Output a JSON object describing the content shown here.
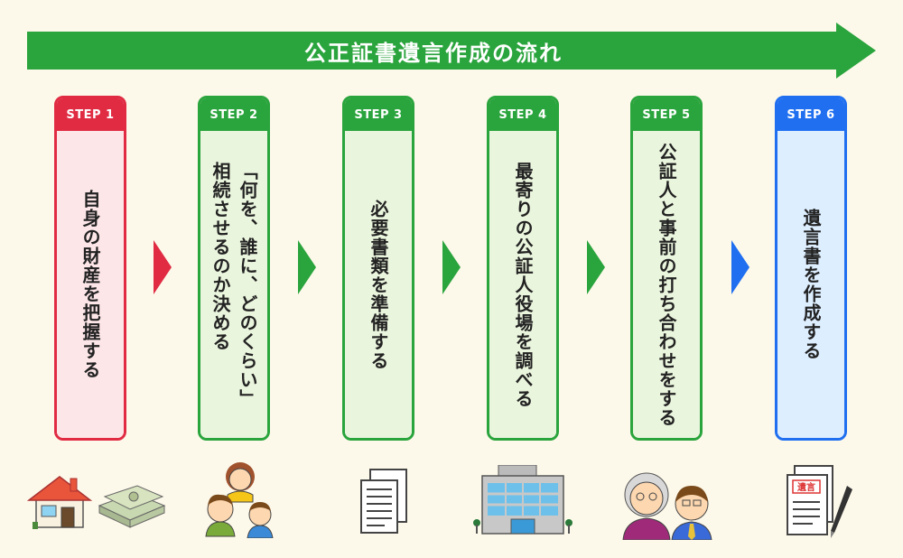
{
  "title": "公正証書遺言作成の流れ",
  "colors": {
    "banner": "#2aa43d",
    "red": "#e02b43",
    "green": "#2aa43d",
    "blue": "#1f6ff0",
    "background": "#fdf9ea"
  },
  "steps": [
    {
      "label": "STEP 1",
      "text": "自身の財産を把握する",
      "color": "red",
      "icon": "house-and-money-icon"
    },
    {
      "label": "STEP 2",
      "text": "「何を、誰に、どのくらい」\n相続させるのか決める",
      "color": "green",
      "icon": "family-icon"
    },
    {
      "label": "STEP 3",
      "text": "必要書類を準備する",
      "color": "green",
      "icon": "documents-icon"
    },
    {
      "label": "STEP 4",
      "text": "最寄りの公証人役場を調べる",
      "color": "green",
      "icon": "office-building-icon"
    },
    {
      "label": "STEP 5",
      "text": "公証人と事前の打ち合わせをする",
      "color": "green",
      "icon": "meeting-people-icon"
    },
    {
      "label": "STEP 6",
      "text": "遺言書を作成する",
      "color": "blue",
      "icon": "will-document-pen-icon"
    }
  ],
  "will_stamp": "遺言"
}
